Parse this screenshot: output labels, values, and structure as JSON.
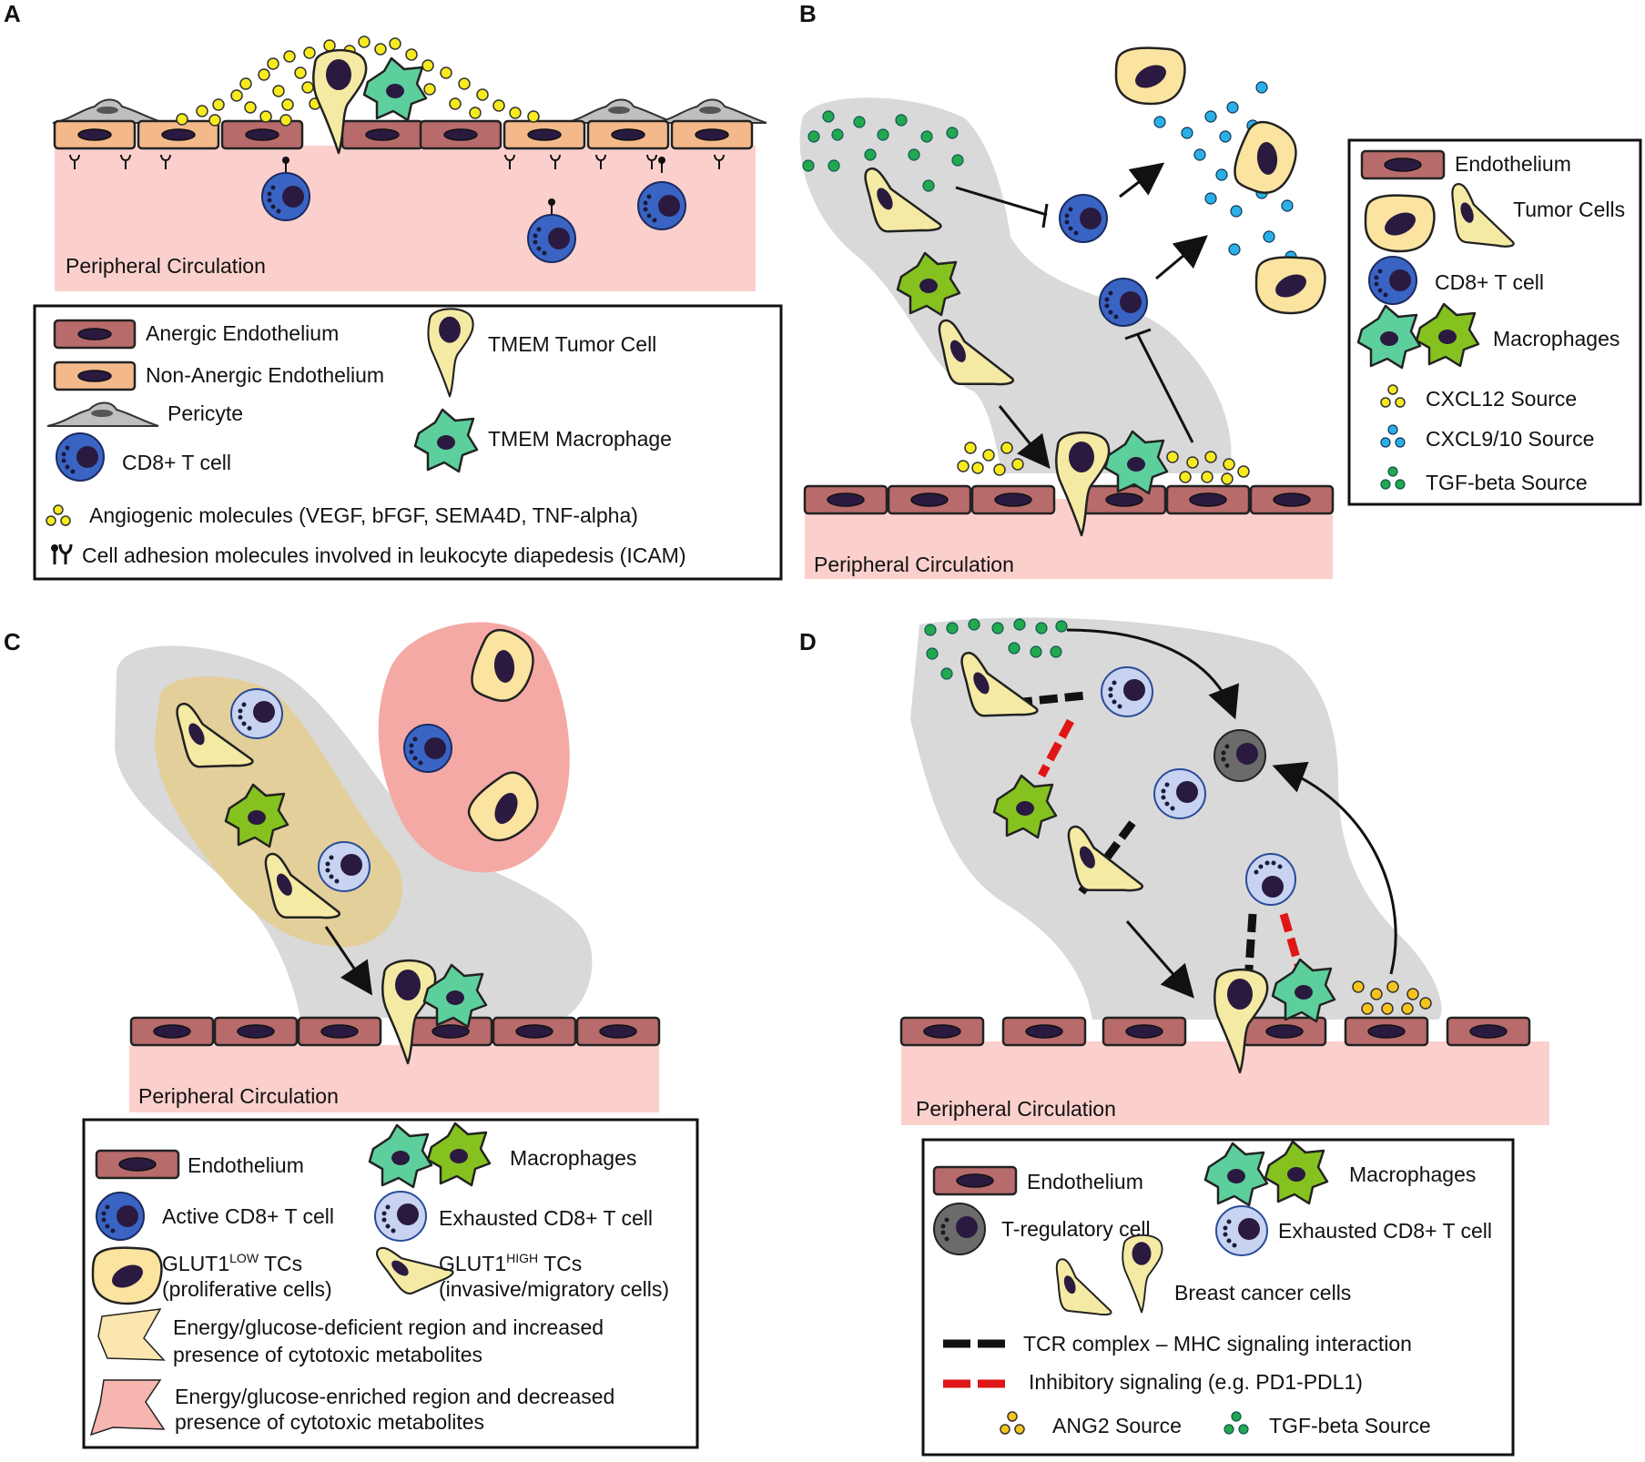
{
  "panels": {
    "A": {
      "letter": "A",
      "circulation": "Peripheral Circulation",
      "legend": {
        "anergic": "Anergic Endothelium",
        "nonanergic": "Non-Anergic Endothelium",
        "pericyte": "Pericyte",
        "cd8": "CD8+ T cell",
        "tmem_tumor": "TMEM Tumor Cell",
        "tmem_macrophage": "TMEM Macrophage",
        "angiogenic": "Angiogenic molecules (VEGF, bFGF, SEMA4D, TNF-alpha)",
        "adhesion": "Cell adhesion molecules involved in leukocyte diapedesis (ICAM)"
      }
    },
    "B": {
      "letter": "B",
      "circulation": "Peripheral Circulation",
      "legend": {
        "endothelium": "Endothelium",
        "tumor": "Tumor Cells",
        "cd8": "CD8+ T cell",
        "macrophages": "Macrophages",
        "cxcl12": "CXCL12 Source",
        "cxcl910": "CXCL9/10 Source",
        "tgfb": "TGF-beta Source"
      }
    },
    "C": {
      "letter": "C",
      "circulation": "Peripheral Circulation",
      "legend": {
        "endothelium": "Endothelium",
        "macrophages": "Macrophages",
        "active_cd8": "Active CD8+ T cell",
        "exhausted_cd8": "Exhausted CD8+ T cell",
        "glut_low_base": "GLUT1",
        "glut_low_sup": "LOW",
        "glut_low_tail": " TCs",
        "glut_low_desc": "(proliferative cells)",
        "glut_high_base": "GLUT1",
        "glut_high_sup": "HIGH",
        "glut_high_tail": " TCs",
        "glut_high_desc": "(invasive/migratory cells)",
        "deficient_1": "Energy/glucose-deficient region and increased",
        "deficient_2": "presence of cytotoxic metabolites",
        "enriched_1": "Energy/glucose-enriched region and decreased",
        "enriched_2": "presence of cytotoxic metabolites"
      }
    },
    "D": {
      "letter": "D",
      "circulation": "Peripheral Circulation",
      "legend": {
        "endothelium": "Endothelium",
        "macrophages": "Macrophages",
        "treg": "T-regulatory cell",
        "exhausted_cd8": "Exhausted CD8+ T cell",
        "breast": "Breast cancer cells",
        "tcr": "TCR complex – MHC signaling interaction",
        "inhibitory": "Inhibitory signaling (e.g. PD1-PDL1)",
        "ang2": "ANG2 Source",
        "tgfb": "TGF-beta Source"
      }
    }
  },
  "colors": {
    "anergic_endothelium": "#b86b6b",
    "nonanergic_endothelium": "#f4b98a",
    "circulation": "#fbd0cc",
    "tumor_cell": "#f5eaa4",
    "tumor_oval": "#fbe3a0",
    "macrophage_teal": "#5dcf9c",
    "macrophage_green": "#86c21f",
    "cd8_active": "#3a64c4",
    "cd8_exhausted": "#c7d3f0",
    "treg": "#6b6b6b",
    "nucleus": "#2a1a40",
    "yellow_dot": "#f7ea1e",
    "blue_dot": "#2ab0e6",
    "green_dot": "#22a84f",
    "tme_gray": "#d9d9d9",
    "deficient_region": "#e2cf9a",
    "enriched_region": "#f4a9a5"
  }
}
